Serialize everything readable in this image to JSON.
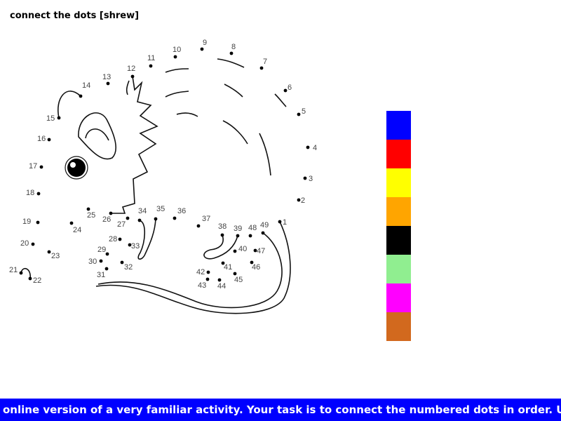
{
  "title": "connect the dots [shrew]",
  "dots": [
    "1",
    "2",
    "3",
    "4",
    "5",
    "6",
    "7",
    "8",
    "9",
    "10",
    "11",
    "12",
    "13",
    "14",
    "15",
    "16",
    "17",
    "18",
    "19",
    "20",
    "21",
    "22",
    "23",
    "24",
    "25",
    "26",
    "27",
    "28",
    "29",
    "30",
    "31",
    "32",
    "33",
    "34",
    "35",
    "36",
    "37",
    "38",
    "39",
    "40",
    "41",
    "42",
    "43",
    "44",
    "45",
    "46",
    "47",
    "48",
    "49"
  ],
  "palette": [
    {
      "name": "blue",
      "color": "#0000ff"
    },
    {
      "name": "red",
      "color": "#ff0000"
    },
    {
      "name": "yellow",
      "color": "#ffff00"
    },
    {
      "name": "orange",
      "color": "#ffa500"
    },
    {
      "name": "black",
      "color": "#000000"
    },
    {
      "name": "light-green",
      "color": "#90ee90"
    },
    {
      "name": "magenta",
      "color": "#ff00ff"
    },
    {
      "name": "brown",
      "color": "#d2691e"
    }
  ],
  "banner": "online version of a very familiar activity. Your task is to connect the numbered dots in order. Use any"
}
